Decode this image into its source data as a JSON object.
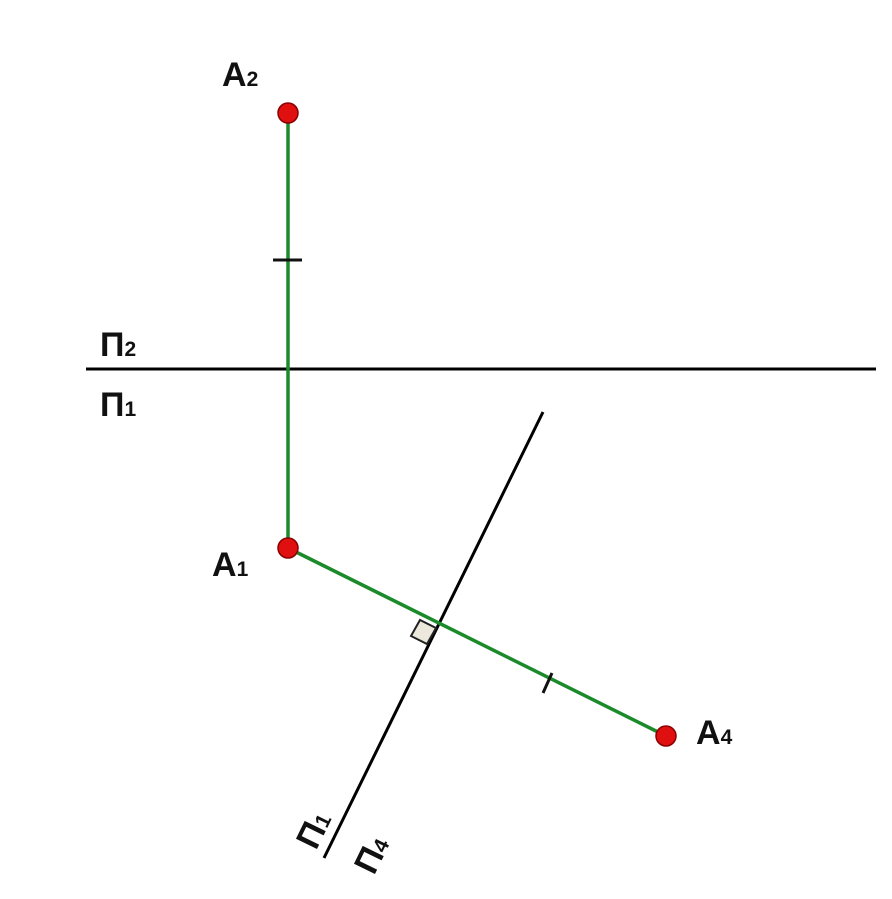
{
  "colors": {
    "background": "#ffffff",
    "axis_line": "#000000",
    "projection_line": "#1a8a2a",
    "point_fill": "#e01010",
    "point_stroke": "#8a0000",
    "right_angle_fill": "#ece9dc"
  },
  "points": {
    "a2": {
      "letter": "A",
      "index": "2"
    },
    "a1": {
      "letter": "A",
      "index": "1"
    },
    "a4": {
      "letter": "A",
      "index": "4"
    }
  },
  "axes": {
    "x12": {
      "upper": {
        "letter": "П",
        "index": "2"
      },
      "lower": {
        "letter": "П",
        "index": "1"
      }
    },
    "x14": {
      "upper": {
        "letter": "П",
        "index": "1"
      },
      "lower": {
        "letter": "П",
        "index": "4"
      }
    }
  }
}
